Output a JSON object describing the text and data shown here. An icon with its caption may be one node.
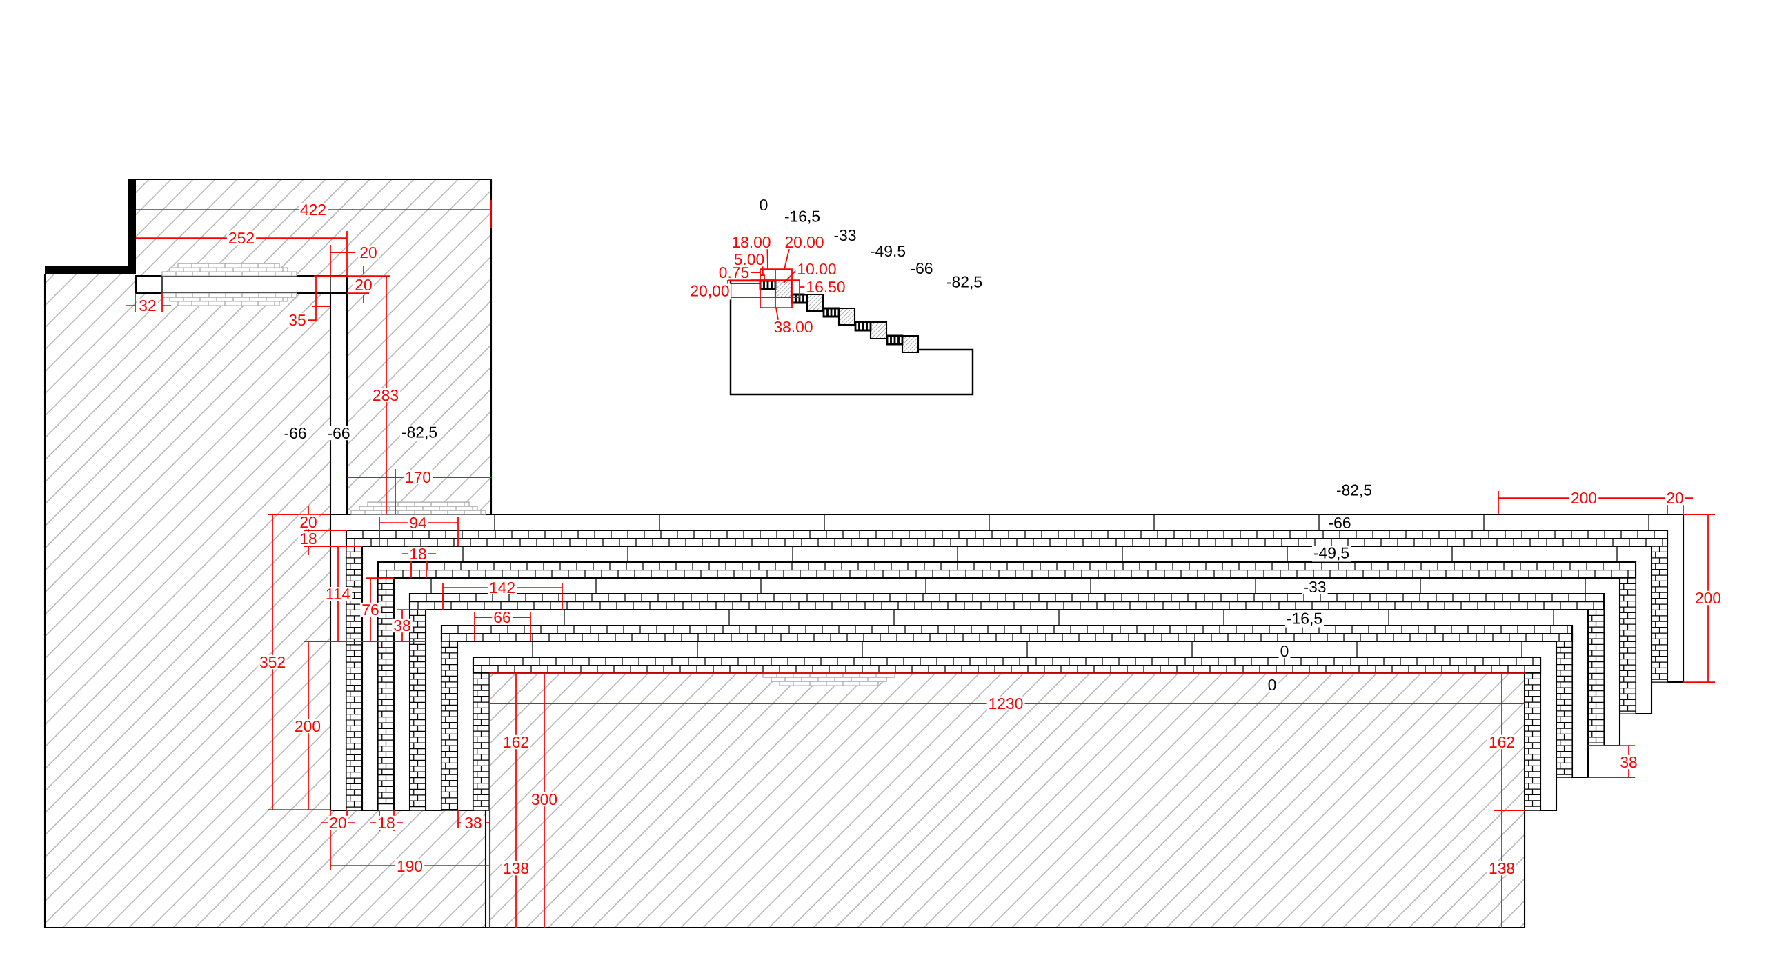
{
  "diagram": {
    "labels": [
      "0",
      "422",
      "-16,5",
      "-33",
      "252",
      "18.00",
      "20.00",
      "-49.5",
      "20",
      "5.00",
      "-66",
      "10.00",
      "0.75",
      "-82,5",
      "20",
      "16.50",
      "20,00",
      "32",
      "35",
      "38.00",
      "283",
      "-66",
      "-66",
      "-82,5",
      "170",
      "-82,5",
      "200",
      "20",
      "20",
      "94",
      "-66",
      "18",
      "18",
      "-49,5",
      "142",
      "-33",
      "114",
      "200",
      "76",
      "66",
      "-16,5",
      "38",
      "0",
      "352",
      "0",
      "1230",
      "200",
      "162",
      "162",
      "38",
      "300",
      "20",
      "18",
      "38",
      "190",
      "138",
      "138"
    ]
  }
}
